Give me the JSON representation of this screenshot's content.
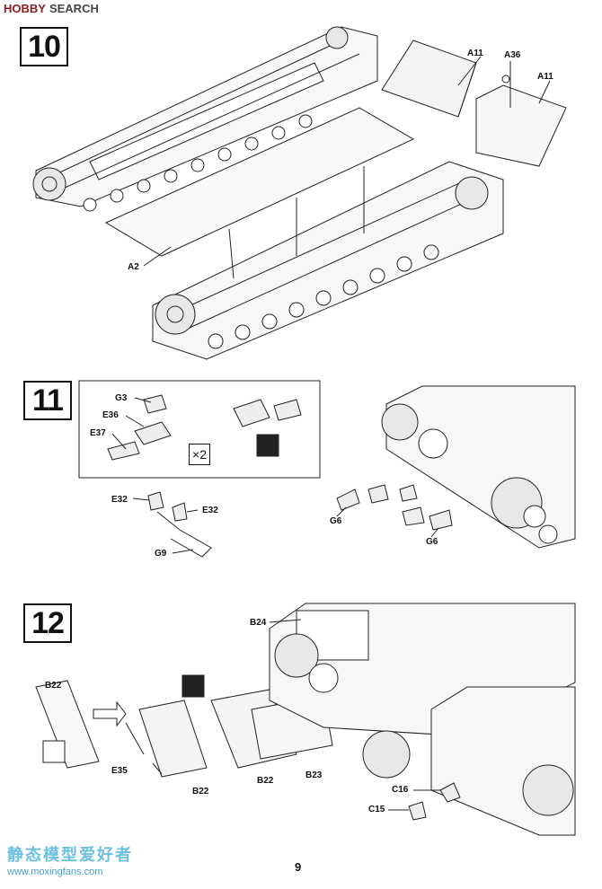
{
  "watermark_top": {
    "brand": "HOBBY",
    "suffix": "SEARCH"
  },
  "watermark_bottom": {
    "chinese": "静态模型爱好者",
    "url": "www.moxingfans.com"
  },
  "page_number": "9",
  "steps": [
    {
      "number": "10",
      "labels": [
        "A11",
        "A36",
        "A11",
        "A2"
      ]
    },
    {
      "number": "11",
      "labels": [
        "G3",
        "E36",
        "E37",
        "E32",
        "E32",
        "G9",
        "G6",
        "G6"
      ],
      "multiplier": "×2"
    },
    {
      "number": "12",
      "labels": [
        "B24",
        "B22",
        "E35",
        "B22",
        "B22",
        "B23",
        "C16",
        "C15"
      ]
    }
  ]
}
